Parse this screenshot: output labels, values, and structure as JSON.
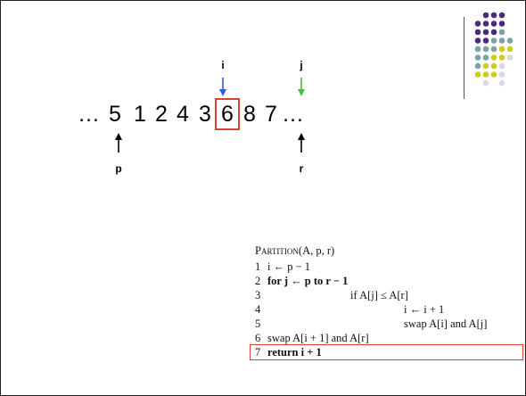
{
  "colors": {
    "accent_red": "#d8432b",
    "arrow_blue": "#2f5fd0",
    "arrow_green": "#3fc33f",
    "dot_purple": "#4b2a7b",
    "dot_teal": "#7aa3a6",
    "dot_yellow": "#cfcc1c",
    "dot_light": "#d9d9e3"
  },
  "pointers": {
    "i_label": "i",
    "j_label": "j",
    "p_label": "p",
    "r_label": "r"
  },
  "sequence": {
    "leading": "…",
    "numbers": [
      "5",
      "1",
      "2",
      "4",
      "3",
      "6",
      "8",
      "7"
    ],
    "highlighted": "6",
    "trailing": "…"
  },
  "algorithm": {
    "title_name": "Partition",
    "title_args": "(A, p, r)",
    "lines": [
      {
        "num": "1",
        "text": "i ← p − 1"
      },
      {
        "num": "2",
        "text": "for j ← p to r − 1"
      },
      {
        "num": "3",
        "text": "if A[j] ≤ A[r]"
      },
      {
        "num": "4",
        "text": "i ← i + 1"
      },
      {
        "num": "5",
        "text": "swap A[i] and A[j]"
      },
      {
        "num": "6",
        "text": "swap A[i + 1] and A[r]"
      },
      {
        "num": "7",
        "text": "return i + 1"
      }
    ]
  }
}
